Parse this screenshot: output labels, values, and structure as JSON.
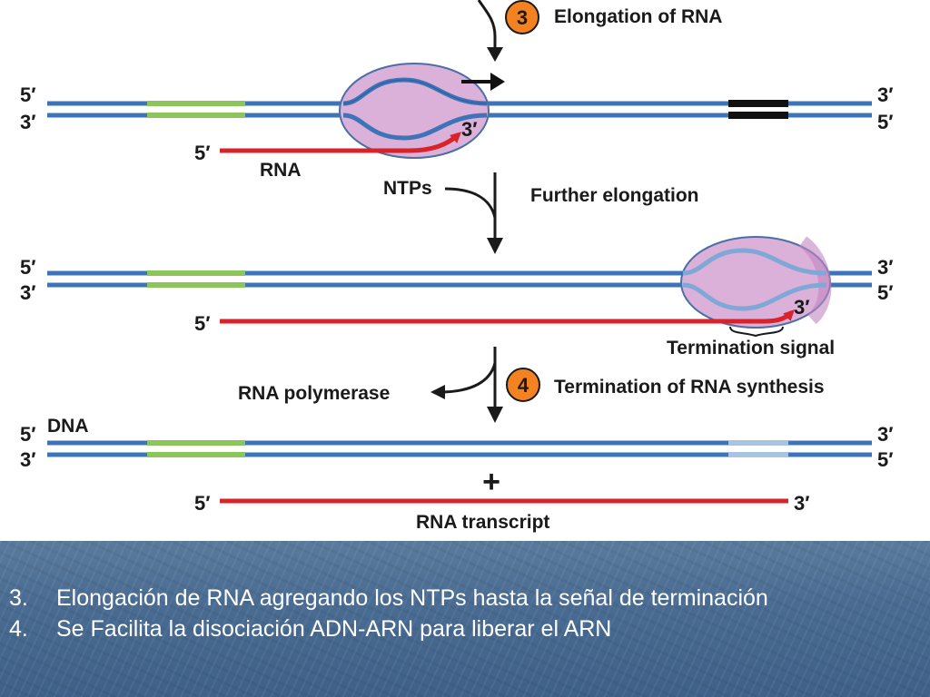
{
  "diagram": {
    "step3_number": "3",
    "step3_title": "Elongation of RNA",
    "step4_number": "4",
    "step4_title": "Termination of RNA synthesis",
    "five_prime": "5′",
    "three_prime": "3′",
    "rna_label": "RNA",
    "ntps_label": "NTPs",
    "further_elongation": "Further elongation",
    "termination_signal": "Termination signal",
    "rna_polymerase": "RNA polymerase",
    "dna_label": "DNA",
    "plus": "+",
    "rna_transcript": "RNA transcript",
    "colors": {
      "dna_strand": "#3d74b8",
      "promoter": "#8cc55a",
      "terminator": "#111111",
      "terminator_faded": "#a9c3e3",
      "rna": "#d9232a",
      "polymerase_fill": "#dbb0d9",
      "polymerase_stroke": "#4a6fa5",
      "step_badge": "#f58220"
    }
  },
  "notes": {
    "items": [
      {
        "number": "3.",
        "text": "Elongación de RNA agregando los NTPs hasta la señal de terminación"
      },
      {
        "number": "4.",
        "text": "Se Facilita la disociación ADN-ARN para liberar el ARN"
      }
    ]
  }
}
